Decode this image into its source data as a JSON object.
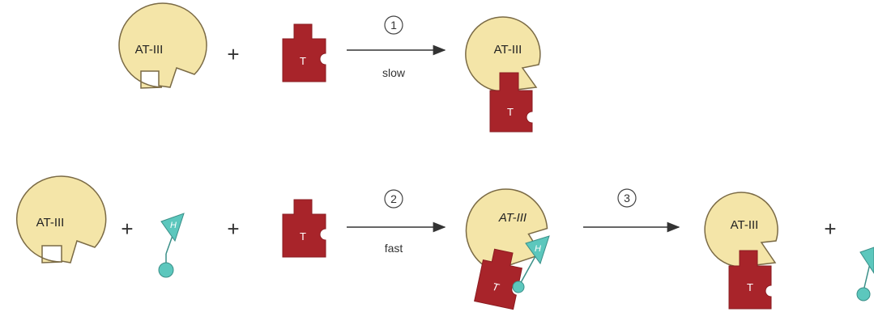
{
  "colors": {
    "antithrombin": "#f4e5a8",
    "thrombin": "#a8242a",
    "heparin": "#5cc7bd",
    "outline": "#7a6a45"
  },
  "labels": {
    "antithrombin": "AT-III",
    "thrombin": "T",
    "heparin": "H"
  },
  "operators": {
    "plus": "+"
  },
  "reactions": [
    {
      "step": "1",
      "rate": "slow"
    },
    {
      "step": "2",
      "rate": "fast"
    },
    {
      "step": "3",
      "rate": ""
    }
  ]
}
